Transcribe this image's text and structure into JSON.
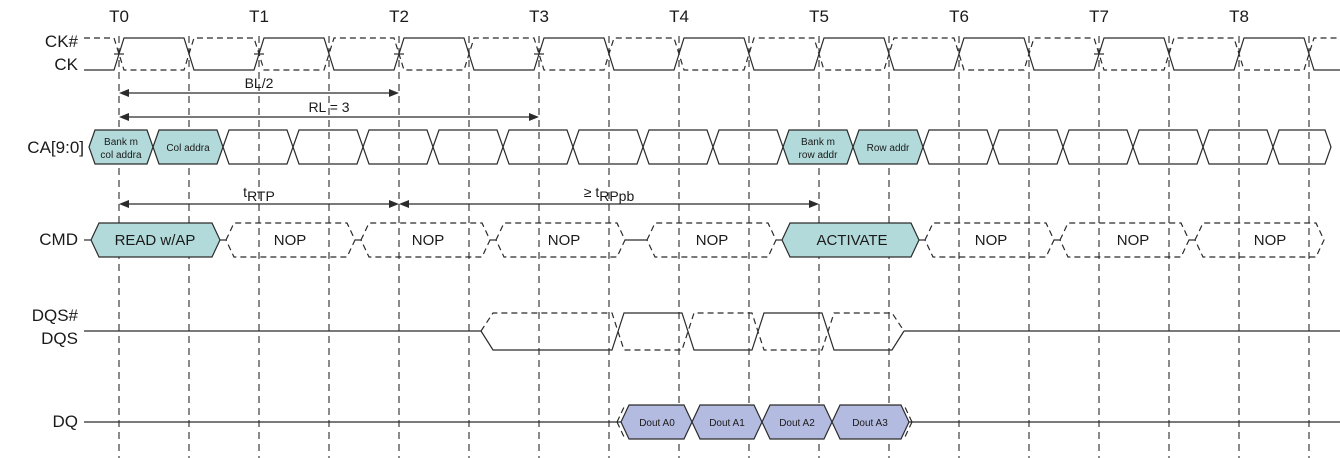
{
  "colors": {
    "teal_fill": "#b3dada",
    "blue_fill": "#b4bbe0",
    "stroke": "#2b2b2b"
  },
  "ticks": [
    "T0",
    "T1",
    "T2",
    "T3",
    "T4",
    "T5",
    "T6",
    "T7",
    "T8"
  ],
  "signals": {
    "ck_bar": "CK#",
    "ck": "CK",
    "ca": "CA[9:0]",
    "cmd": "CMD",
    "dqs_bar": "DQS#",
    "dqs": "DQS",
    "dq": "DQ"
  },
  "ca_cells": {
    "bank_col_line1": "Bank m",
    "bank_col_line2": "col addra",
    "col_addr": "Col addra",
    "bank_row_line1": "Bank m",
    "bank_row_line2": "row addr",
    "row_addr": "Row addr"
  },
  "cmd_cells": [
    "READ w/AP",
    "NOP",
    "NOP",
    "NOP",
    "NOP",
    "ACTIVATE",
    "NOP",
    "NOP",
    "NOP"
  ],
  "dq_cells": [
    "Dout A0",
    "Dout A1",
    "Dout A2",
    "Dout A3"
  ],
  "timing": {
    "bl2": "BL/2",
    "rl": "RL = 3",
    "trtp_base": "t",
    "trtp_sub": "RTP",
    "trppb_prefix": "≥ t",
    "trppb_sub": "RPpb"
  }
}
